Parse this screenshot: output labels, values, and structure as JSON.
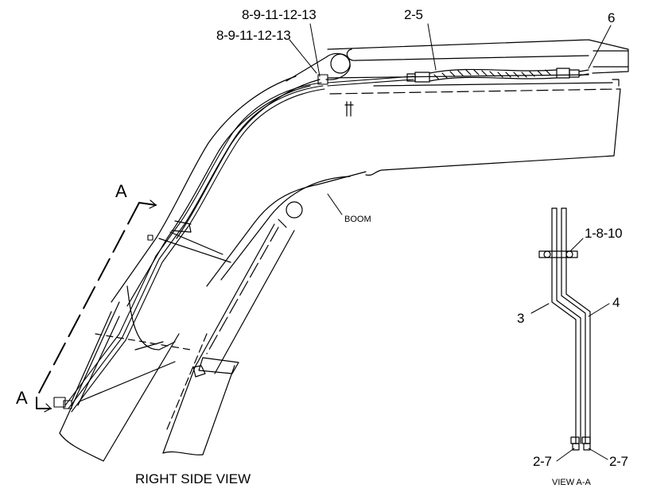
{
  "labels": {
    "callout_top": "8-9-11-12-13",
    "callout_second": "8-9-11-12-13",
    "callout_hose": "2-5",
    "callout_six": "6",
    "boom": "BOOM",
    "section_a_top": "A",
    "section_a_bottom": "A",
    "callout_clamp": "1-8-10",
    "callout_three": "3",
    "callout_four": "4",
    "callout_fitting_left": "2-7",
    "callout_fitting_right": "2-7",
    "view_right": "RIGHT SIDE VIEW",
    "view_aa": "VIEW A-A"
  }
}
